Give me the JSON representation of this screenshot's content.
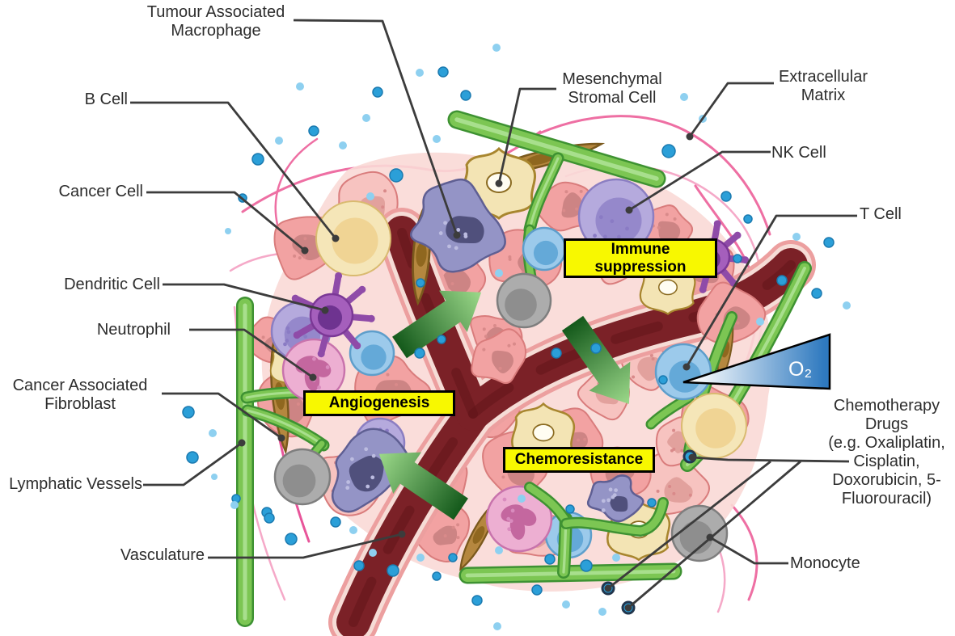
{
  "diagram_labels": {
    "tumour_associated_macrophage": "Tumour Associated\nMacrophage",
    "b_cell": "B Cell",
    "cancer_cell": "Cancer Cell",
    "dendritic_cell": "Dendritic Cell",
    "neutrophil": "Neutrophil",
    "cancer_associated_fibroblast": "Cancer Associated\nFibroblast",
    "lymphatic_vessels": "Lymphatic Vessels",
    "vasculature": "Vasculature",
    "mesenchymal_stromal_cell": "Mesenchymal\nStromal Cell",
    "extracellular_matrix": "Extracellular\nMatrix",
    "nk_cell": "NK Cell",
    "t_cell": "T Cell",
    "chemotherapy_drugs": "Chemotherapy\nDrugs\n(e.g. Oxaliplatin,\nCisplatin,\nDoxorubicin, 5-\nFluorouracil)",
    "monocyte": "Monocyte"
  },
  "process_boxes": {
    "immune_suppression": "Immune\nsuppression",
    "angiogenesis": "Angiogenesis",
    "chemoresistance": "Chemoresistance"
  },
  "oxygen_gradient": {
    "label": "O₂"
  },
  "palette": {
    "cancer_cell": "#F2A2A2",
    "b_cell": "#F5E6B8",
    "tumour_associated_macrophage": "#9494C6",
    "dendritic_cell": "#A55FBC",
    "nk_cell": "#B5AADD",
    "neutrophil": "#EDAFD2",
    "mesenchymal_stromal_cell": "#F3E4B4",
    "cancer_associated_fibroblast": "#B5873F",
    "monocyte": "#ACACAC",
    "t_cell": "#9CCAEB",
    "vessel_lumen": "#7B2127",
    "vessel_wall": "#EC9F9F",
    "lymphatic_vessel": "#7CC653",
    "drug_dot": "#2B9FD8",
    "ecm_strand": "#F06FA3",
    "label_box_bg": "#F8F800",
    "arrow_green": "#1E6B23",
    "o2_blue": "#2E79BF",
    "leader_line": "#3C3C3C"
  }
}
